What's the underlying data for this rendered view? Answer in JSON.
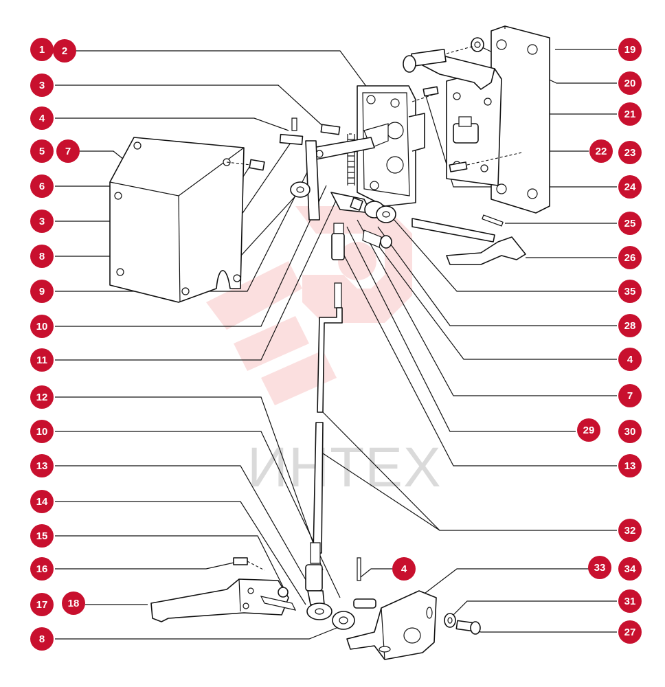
{
  "watermark": {
    "text": "ИНТЕХ"
  },
  "colors": {
    "badge": "#c8102e",
    "badge_text": "#ffffff",
    "line": "#111111",
    "watermark": "#e83a3a"
  },
  "callouts": {
    "c1": "1",
    "c2": "2",
    "c3a": "3",
    "c4a": "4",
    "c5": "5",
    "c7a": "7",
    "c6": "6",
    "c3b": "3",
    "c8a": "8",
    "c9": "9",
    "c10a": "10",
    "c11": "11",
    "c12": "12",
    "c10b": "10",
    "c13a": "13",
    "c14": "14",
    "c15": "15",
    "c16": "16",
    "c17": "17",
    "c18": "18",
    "c8b": "8",
    "c19": "19",
    "c20": "20",
    "c21": "21",
    "c22": "22",
    "c23": "23",
    "c24": "24",
    "c25": "25",
    "c26": "26",
    "c35": "35",
    "c28": "28",
    "c4b": "4",
    "c7b": "7",
    "c29": "29",
    "c30": "30",
    "c13b": "13",
    "c32": "32",
    "c4c": "4",
    "c33": "33",
    "c34": "34",
    "c31": "31",
    "c27": "27"
  }
}
